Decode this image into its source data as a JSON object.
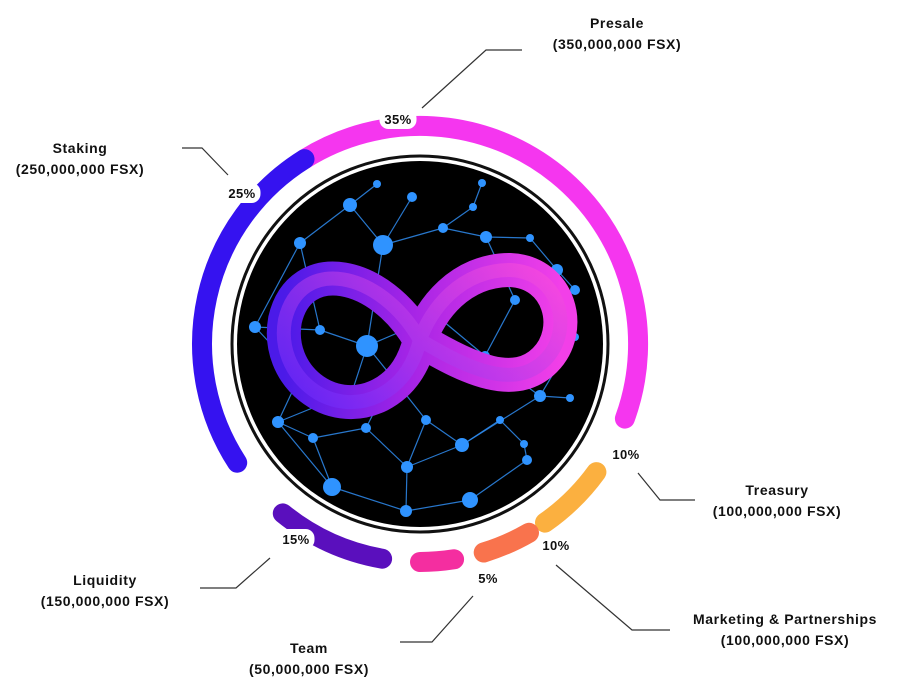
{
  "chart_data": {
    "type": "pie",
    "categories": [
      "Presale",
      "Treasury",
      "Marketing & Partnerships",
      "Team",
      "Liquidity",
      "Staking"
    ],
    "values": [
      35,
      10,
      10,
      5,
      15,
      25
    ],
    "percent_labels": [
      "35%",
      "10%",
      "10%",
      "5%",
      "15%",
      "25%"
    ],
    "amount_labels": [
      "(350,000,000 FSX)",
      "(100,000,000 FSX)",
      "(100,000,000 FSX)",
      "(50,000,000 FSX)",
      "(150,000,000 FSX)",
      "(250,000,000 FSX)"
    ],
    "colors": [
      "#f536ef",
      "#fbb040",
      "#f9734d",
      "#f42ea0",
      "#5a0fbd",
      "#3512f0"
    ],
    "center_image": "infinity-logo-on-network"
  }
}
